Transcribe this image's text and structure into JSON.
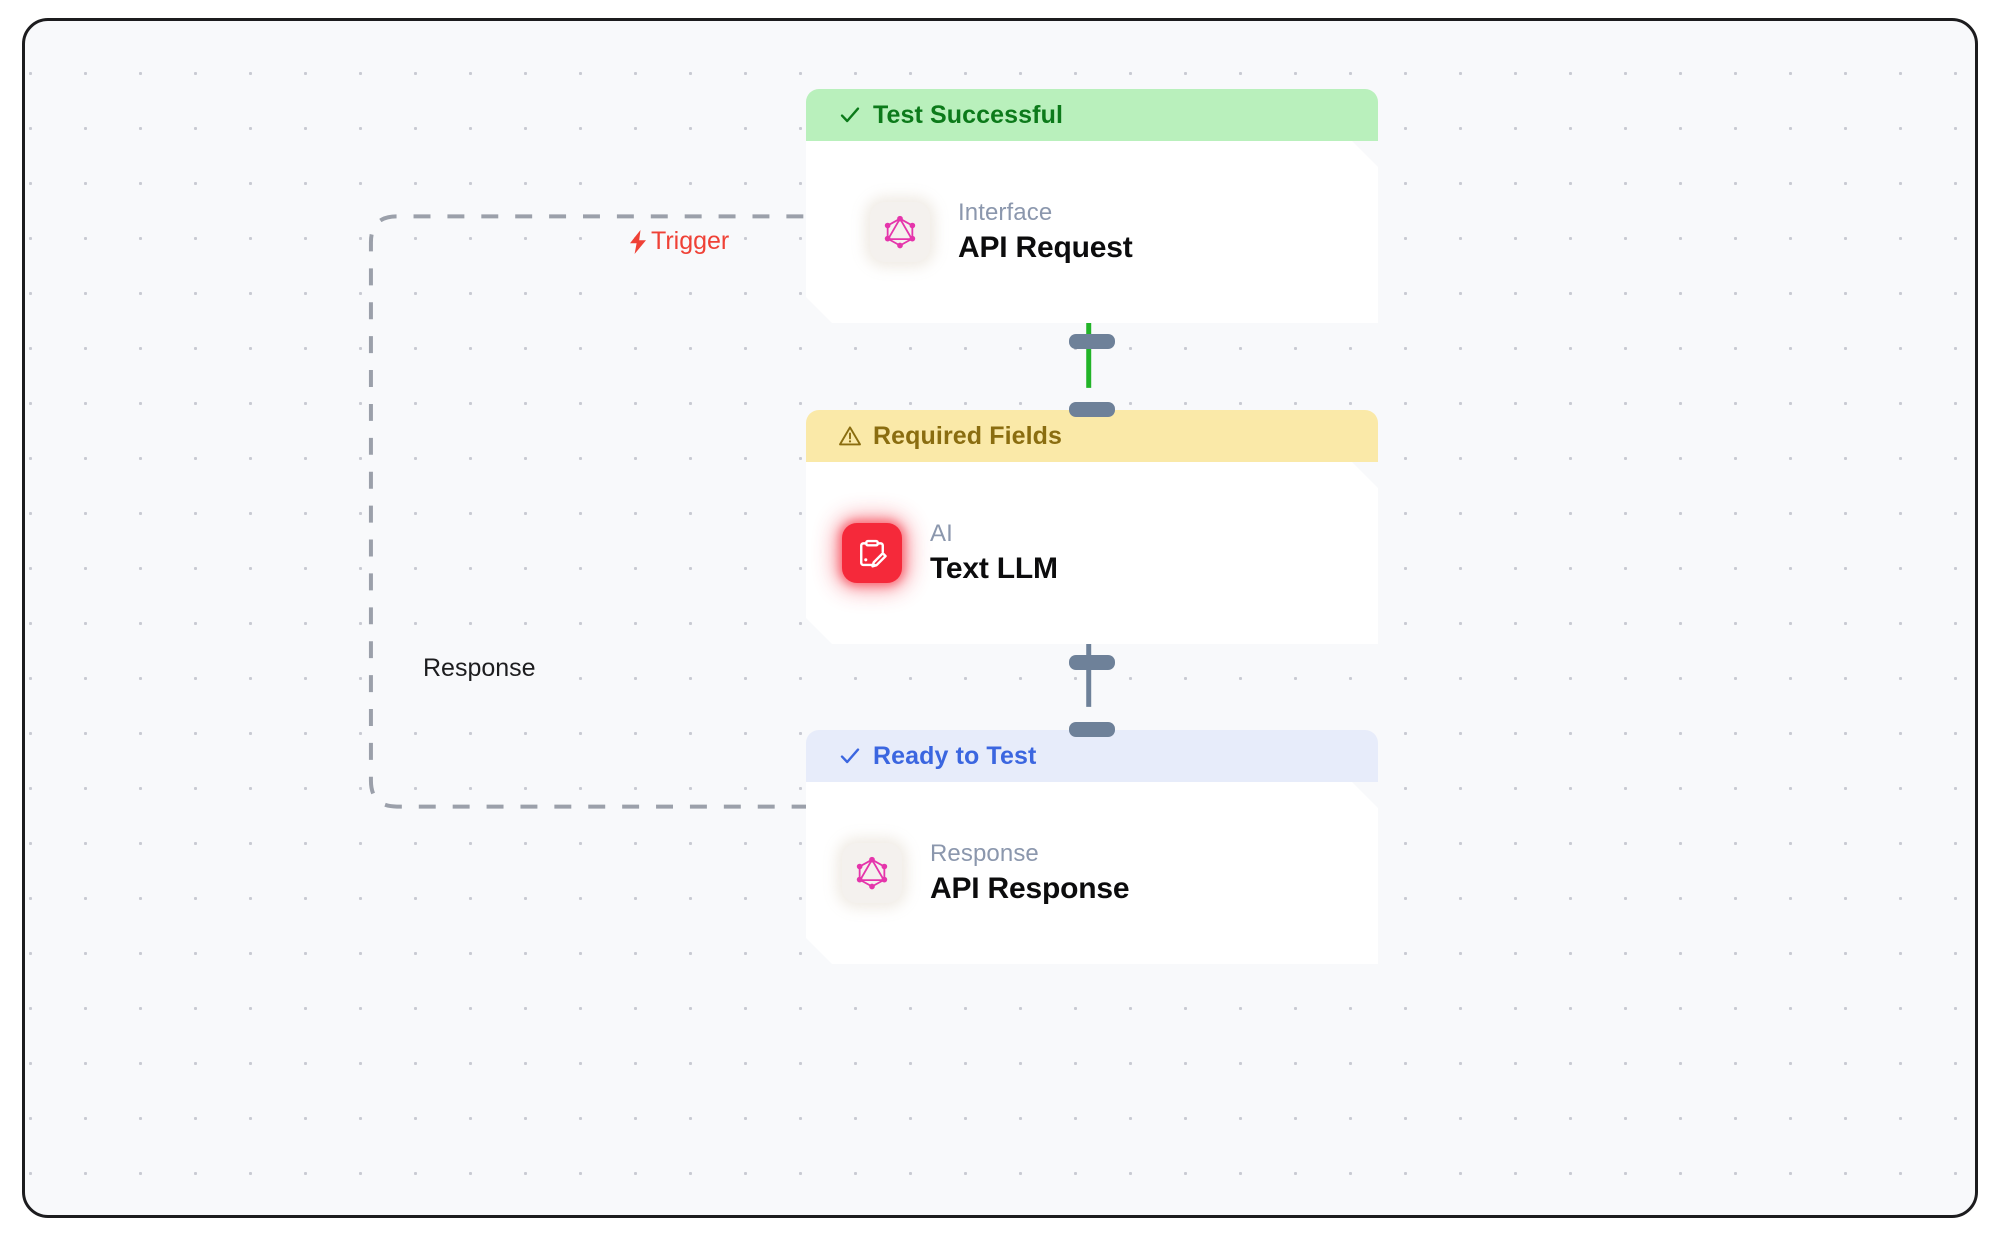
{
  "canvas": {
    "background_color": "#f8f9fb",
    "border_color": "#1c1c1e",
    "grid": "dot-grid"
  },
  "diagram": {
    "type": "workflow-flowchart",
    "nodes": [
      {
        "id": "api-request",
        "status_label": "Test Successful",
        "status_icon": "check-icon",
        "status_bg": "#b9f0bc",
        "status_text_color": "#0c7a1a",
        "outline_color": "#22b428",
        "subtitle": "Interface",
        "title": "API Request",
        "app_icon": "graphql-icon",
        "app_icon_color": "#e535ab"
      },
      {
        "id": "text-llm",
        "status_label": "Required Fields",
        "status_icon": "warning-triangle-icon",
        "status_bg": "#fae9a8",
        "status_text_color": "#8a6d10",
        "outline_color": "none",
        "subtitle": "AI",
        "title": "Text LLM",
        "app_icon": "clipboard-edit-icon",
        "app_icon_color": "#f5293a"
      },
      {
        "id": "api-response",
        "status_label": "Ready to Test",
        "status_icon": "check-icon",
        "status_bg": "#e7ecfa",
        "status_text_color": "#3b66e0",
        "outline_color": "none",
        "subtitle": "Response",
        "title": "API Response",
        "app_icon": "graphql-icon",
        "app_icon_color": "#e535ab"
      }
    ],
    "edges": [
      {
        "id": "edge-request-to-llm",
        "from": "api-request",
        "to": "text-llm",
        "style": "solid",
        "color": "#22b428",
        "label": ""
      },
      {
        "id": "edge-llm-to-response",
        "from": "text-llm",
        "to": "api-response",
        "style": "solid",
        "color": "#6e8199",
        "label": ""
      },
      {
        "id": "edge-response-to-request",
        "from": "api-response",
        "to": "api-request",
        "style": "dashed",
        "color": "#9ba0aa",
        "label": "Response",
        "target_label": "Trigger"
      }
    ],
    "labels": {
      "trigger": "Trigger",
      "trigger_icon": "lightning-bolt-icon",
      "trigger_color": "#ef4136",
      "response": "Response",
      "response_color": "#1d1d1f"
    }
  }
}
